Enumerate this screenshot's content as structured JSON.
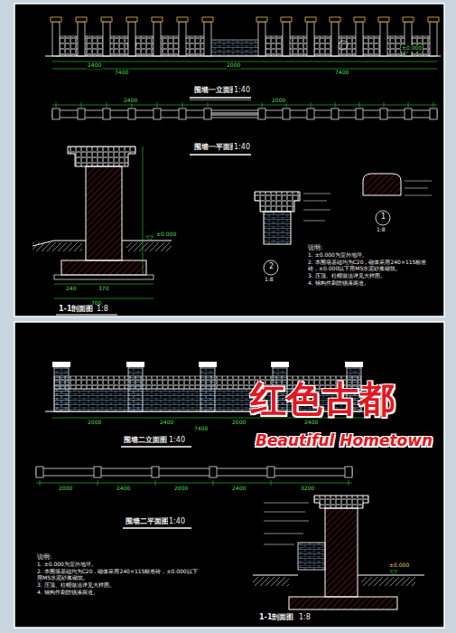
{
  "diagram": {
    "labels": [
      "2400",
      "7400",
      "2000",
      "7400",
      "±0.000",
      "围墙一立面图",
      "1:40",
      "2400",
      "2000",
      "围墙一平面图",
      "1:40",
      "240",
      "370",
      "700",
      "±0.000",
      "1-1剖面图",
      "1:8",
      "2",
      "1:8",
      "1",
      "1:8",
      "说明:",
      "1. ±0.000为室外地坪。",
      "2. 本围墙基础均为C20，砌体采用240×115标准砖，±0.000以下用M5水泥砂浆砌筑。",
      "3. 压顶、柱帽做法详见大样图。",
      "4. 钢构件刷防锈漆两道。",
      "2000",
      "2400",
      "2000",
      "2400",
      "7400",
      "围墙二立面图",
      "1:40",
      "2000",
      "2400",
      "2000",
      "2400",
      "3200",
      "围墙二平面图",
      "1:40",
      "说明:",
      "1. ±0.000为室外地坪。",
      "2. 本围墙基础均为C20，砌体采用240×115标准砖，±0.000以下用M5水泥砂浆砌筑。",
      "3. 压顶、柱帽做法详见大样图。",
      "4. 钢构件刷防锈漆两道。",
      "±0.000",
      "1-1剖面图",
      "1:8",
      "红色古都",
      "Beautiful Hometown"
    ]
  }
}
